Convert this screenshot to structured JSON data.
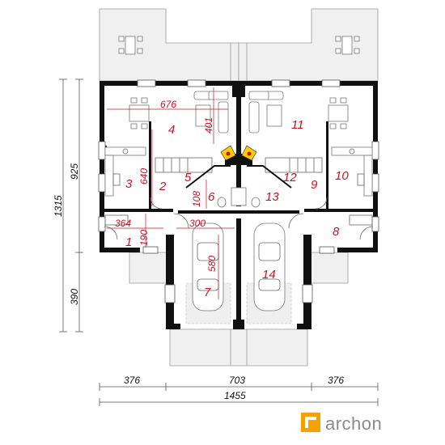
{
  "rooms": {
    "r1": "1",
    "r2": "2",
    "r3": "3",
    "r4": "4",
    "r5": "5",
    "r6": "6",
    "r7": "7",
    "r8": "8",
    "r9": "9",
    "r10": "10",
    "r11": "11",
    "r12": "12",
    "r13": "13",
    "r14": "14"
  },
  "inner_dims": {
    "d676": "676",
    "d401": "401",
    "d640": "640",
    "d108": "108",
    "d364": "364",
    "d300": "300",
    "d190": "190",
    "d580": "580"
  },
  "outer_dims": {
    "width_left": "376",
    "width_mid": "703",
    "width_right": "376",
    "width_total": "1455",
    "height_925": "925",
    "height_1315": "1315",
    "height_390": "390"
  },
  "logo": {
    "text": "archon",
    "accent_color": "#f5a100"
  },
  "colors": {
    "annotation_red": "#d10f1f",
    "terrace_fill": "#f0f0f0",
    "floor_gray": "#e9e9e9",
    "fireplace": "#ffcc00"
  }
}
